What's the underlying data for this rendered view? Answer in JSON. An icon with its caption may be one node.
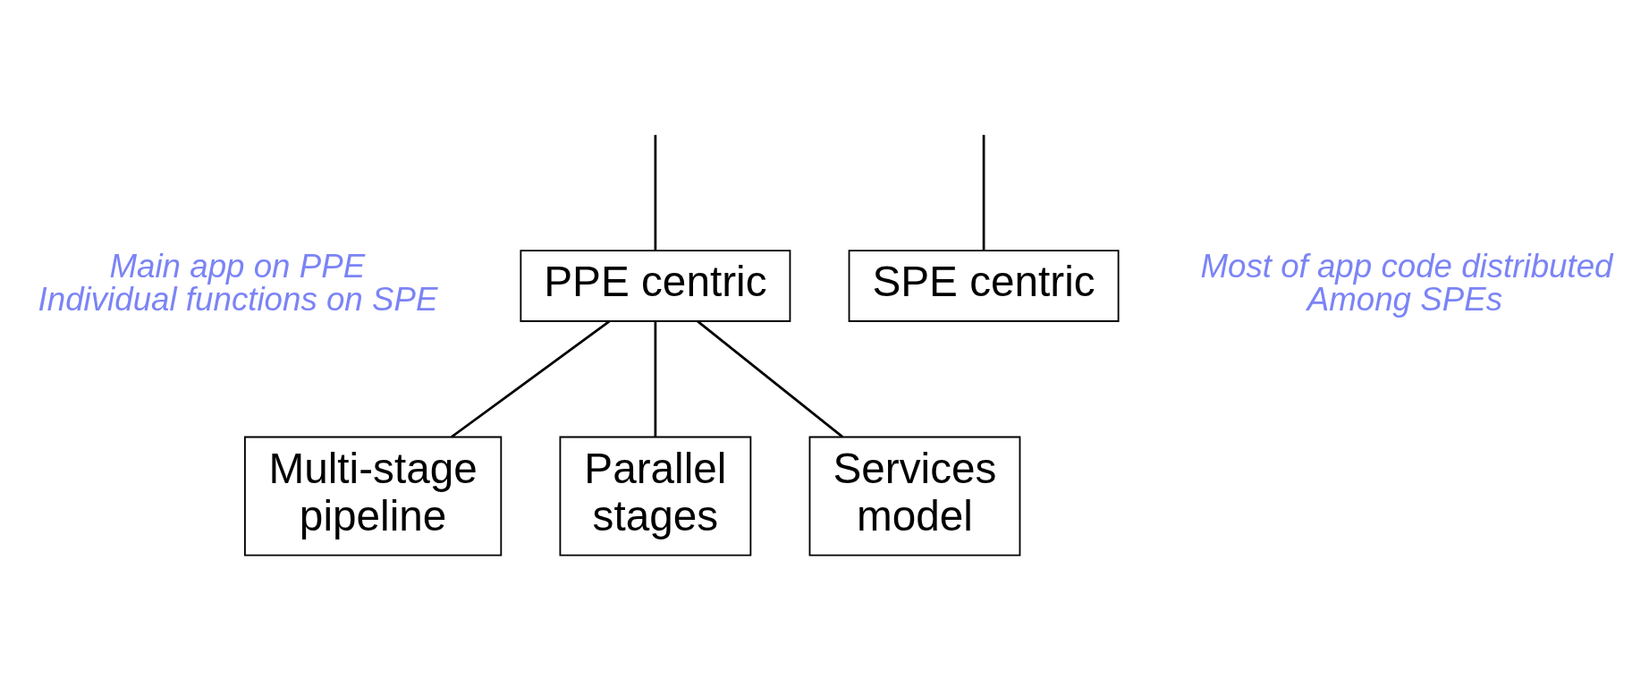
{
  "diagram": {
    "nodes": [
      {
        "text": [
          "PPE centric"
        ],
        "beside": [
          "Main app on PPE",
          "Individual functions on SPE"
        ]
      },
      {
        "text": [
          "SPE centric"
        ],
        "beside": [
          "Most of app code distributed",
          "Among SPEs"
        ]
      },
      {
        "text": [
          "Multi-stage pipeline"
        ]
      },
      {
        "text": [
          "Parallel stages"
        ]
      },
      {
        "text": [
          "Services model"
        ]
      }
    ],
    "edges": [
      {
        "from": null,
        "to": 0,
        "arrow": "none"
      },
      {
        "from": null,
        "to": 1,
        "arrow": "none"
      },
      {
        "from": 0,
        "to": 2,
        "arrow": "none"
      },
      {
        "from": 0,
        "to": 3,
        "arrow": "none"
      },
      {
        "from": 0,
        "to": 4,
        "arrow": "none"
      }
    ]
  }
}
